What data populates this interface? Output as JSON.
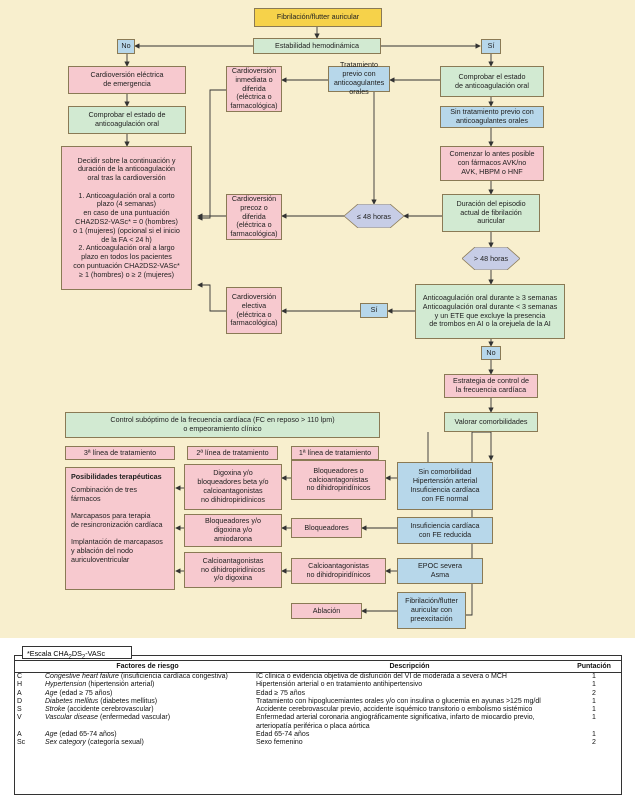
{
  "flow": {
    "start": "Fibrilación/flutter auricular",
    "stability": "Estabilidad hemodinámica",
    "no": "No",
    "si": "Sí",
    "cv_emergencia": "Cardioversión eléctrica\nde emergencia",
    "comprobar_left": "Comprobar el estado de\nanticoagulación oral",
    "decidir": "Decidir sobre la continuación y\nduración de la anticoagulación\noral tras la cardioversión\n\n1. Anticoagulación oral a corto\nplazo (4 semanas)\nen caso de una puntuación\nCHA2DS2-VASc* = 0 (hombres)\no 1 (mujeres) (opcional si el inicio\nde la FA < 24 h)\n2. Anticoagulación oral a largo\nplazo en todos los pacientes\ncon puntuación CHA2DS2-VASc*\n≥ 1 (hombres) o ≥ 2 (mujeres)",
    "cv_inmediata": "Cardioversión\ninmediata o diferida\n(eléctrica o\nfarmacológica)",
    "tratamiento_previo": "Tratamiento previo con\nanticoagulantes orales",
    "comprobar_right": "Comprobar el estado\nde anticoagulación oral",
    "sin_tratamiento": "Sin tratamiento previo con\nanticoagulantes orales",
    "comenzar": "Comenzar lo antes posible\ncon fármacos AVK/no\nAVK, HBPM o HNF",
    "duracion": "Duración del episodio\nactual de fibrilación\nauricular",
    "cv_precoz": "Cardioversión\nprecoz o diferida\n(eléctrica o\nfarmacológica)",
    "le48": "≤ 48 horas",
    "gt48": "> 48 horas",
    "anticoag_3sem": "Anticoagulación oral durante ≥ 3 semanas\nAnticoagulación oral durante < 3 semanas\ny un ETE que excluye la presencia\nde trombos en AI o la orejuela de la AI",
    "cv_electiva": "Cardioversión\nelectiva\n(eléctrica o\nfarmacológica)",
    "si2": "Sí",
    "no2": "No",
    "estrategia": "Estrategia de control de\nla frecuencia cardíaca",
    "valorar": "Valorar comorbilidades",
    "control_sub": "Control subóptimo de la frecuencia cardíaca (FC en reposo > 110 lpm)\no empeoramiento clínico",
    "linea3": "3ª línea de tratamiento",
    "linea2": "2ª línea de tratamiento",
    "linea1": "1ª línea de tratamiento",
    "posibilidades_title": "Posibilidades terapéuticas",
    "posibilidades_body": "Combinación de tres\nfármacos\n\nMarcapasos para terapia\nde resincronización cardíaca\n\nImplantación de marcapasos\ny ablación del nodo\nauriculoventricular",
    "digoxina_beta": "Digoxina y/o\nbloqueadores beta y/o\ncalcioantagonistas\nno dihidropiridínicos",
    "bloq_o_calcio": "Bloqueadores o\ncalcioantagonistas\nno dihidropiridínicos",
    "sin_comorb": "Sin comorbilidad\nHipertensión arterial\nInsuficiencia cardíaca\ncon FE normal",
    "bloq_digox_amio": "Bloqueadores y/o\ndigoxina y/o\namiodarona",
    "bloqueadores": "Bloqueadores",
    "ic_fe_reducida": "Insuficiencia cardíaca\ncon FE reducida",
    "calcio_digox": "Calcioantagonistas\nno dihidropiridínicos\ny/o digoxina",
    "calcio_nodihi": "Calcioantagonistas\nno dihidropiridínicos",
    "epoc": "EPOC severa\nAsma",
    "ablacion": "Ablación",
    "fa_preexc": "Fibrilación/flutter\nauricular con\npreexcitación"
  },
  "scale": {
    "caption": "*Escala CHA2DS2-VASc",
    "headers": [
      "",
      "Factores de riesgo",
      "Descripción",
      "Puntación"
    ],
    "rows": [
      {
        "letter": "C",
        "factor": "Congestive heart failure (insuficiencia cardíaca congestiva)",
        "desc": "IC clínica o evidencia objetiva de disfunción del VI de moderada a severa o MCH",
        "points": "1"
      },
      {
        "letter": "H",
        "factor": "Hypertension (hipertensión arterial)",
        "desc": "Hipertensión arterial o en tratamiento antihipertensivo",
        "points": "1"
      },
      {
        "letter": "A",
        "factor": "Age (edad ≥ 75 años)",
        "desc": "Edad ≥ 75 años",
        "points": "2"
      },
      {
        "letter": "D",
        "factor": "Diabetes mellitus (diabetes mellitus)",
        "desc": "Tratamiento con hipoglucemiantes orales y/o con insulina o glucemia en ayunas >125 mg/dl",
        "points": "1"
      },
      {
        "letter": "S",
        "factor": "Stroke (accidente cerebrovascular)",
        "desc": "Accidente cerebrovascular previo, accidente isquémico transitorio o embolismo sistémico",
        "points": "1"
      },
      {
        "letter": "V",
        "factor": "Vascular disease (enfermedad vascular)",
        "desc": "Enfermedad arterial coronaria angiográficamente significativa, infarto de miocardio previo,\narteriopatía periférica o placa aórtica",
        "points": "1"
      },
      {
        "letter": "A",
        "factor": "Age (edad 65-74 años)",
        "desc": "Edad 65-74 años",
        "points": "1"
      },
      {
        "letter": "Sc",
        "factor": "Sex category (categoría sexual)",
        "desc": "Sexo femenino",
        "points": "2"
      }
    ]
  }
}
